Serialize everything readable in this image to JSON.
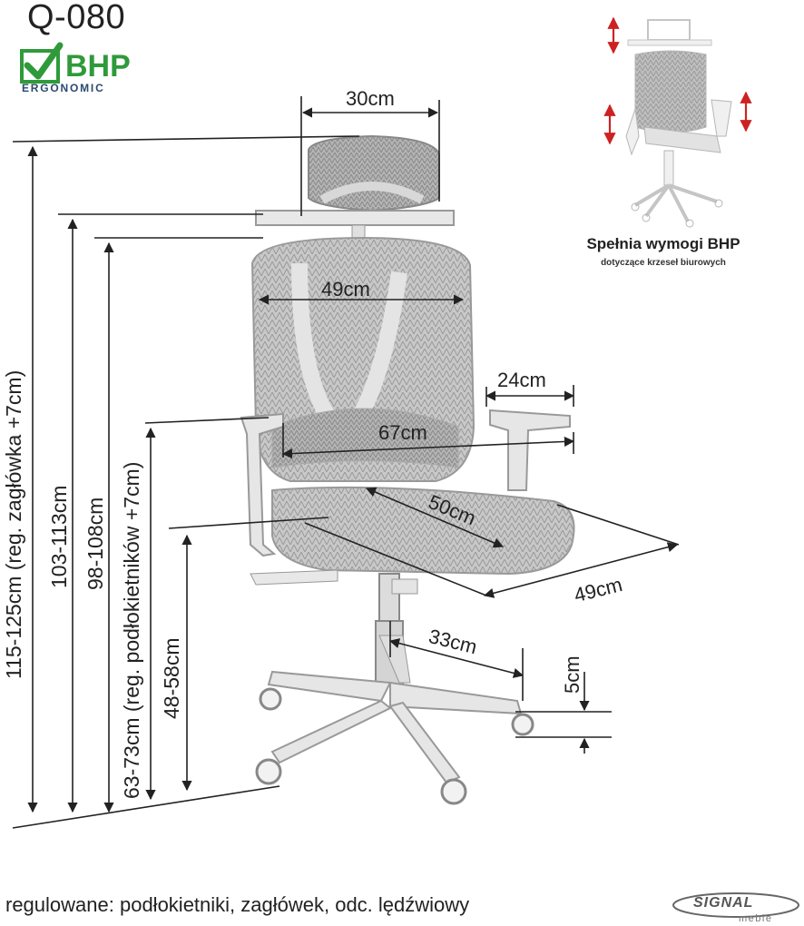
{
  "header": {
    "model": "Q-080",
    "logo_mark": "BHP",
    "logo_sub": "ERGONOMIC"
  },
  "requirements": {
    "title": "Spełnia wymogi BHP",
    "subtitle": "dotyczące krzeseł biurowych"
  },
  "dimensions": {
    "headrest_width": "30cm",
    "back_width": "49cm",
    "armrest_depth": "24cm",
    "armrest_span": "67cm",
    "seat_depth": "50cm",
    "seat_width": "49cm",
    "base_radius": "33cm",
    "wheel_height": "5cm",
    "total_height": "115-125cm (reg. zagłówka +7cm)",
    "back_height": "103-113cm",
    "back_height_low": "98-108cm",
    "armrest_height": "63-73cm (reg. podłokietników +7cm)",
    "seat_height": "48-58cm"
  },
  "footer": {
    "adjustable": "regulowane: podłokietniki, zagłówek, odc. lędźwiowy",
    "brand": "SIGNAL",
    "brand_sub": "meble"
  },
  "icons": [
    "bhp-checkmark-icon",
    "chair-illustration",
    "adjust-arrow-icon"
  ],
  "colors": {
    "logo_green": "#2f9a3a",
    "logo_blue": "#2a4a6e",
    "arrow_red": "#c22"
  }
}
